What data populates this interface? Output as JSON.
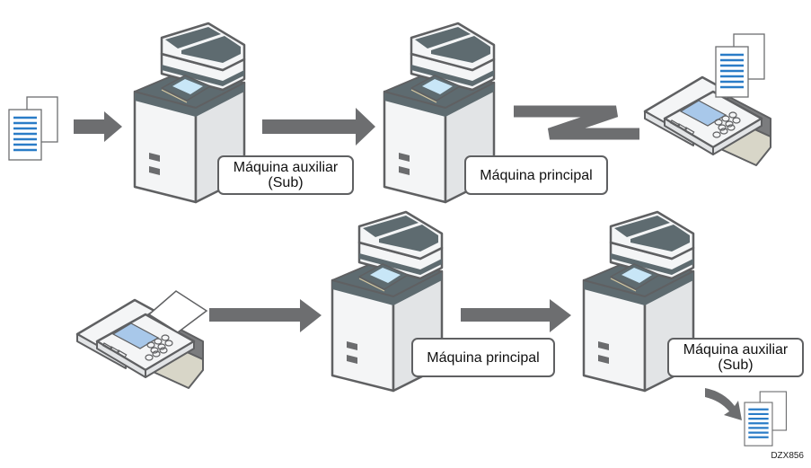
{
  "diagram": {
    "top_flow": {
      "source": "document",
      "sub_machine_label": "Máquina auxiliar\n(Sub)",
      "main_machine_label": "Máquina principal",
      "destination": "fax"
    },
    "bottom_flow": {
      "source": "fax",
      "main_machine_label": "Máquina principal",
      "sub_machine_label": "Máquina auxiliar\n(Sub)",
      "output": "document"
    },
    "code": "DZX856"
  },
  "colors": {
    "arrow": "#6d6e70",
    "machine_dark": "#5e6b70",
    "screen": "#c8e6f7",
    "doc_lines": "#2a7cc7"
  }
}
